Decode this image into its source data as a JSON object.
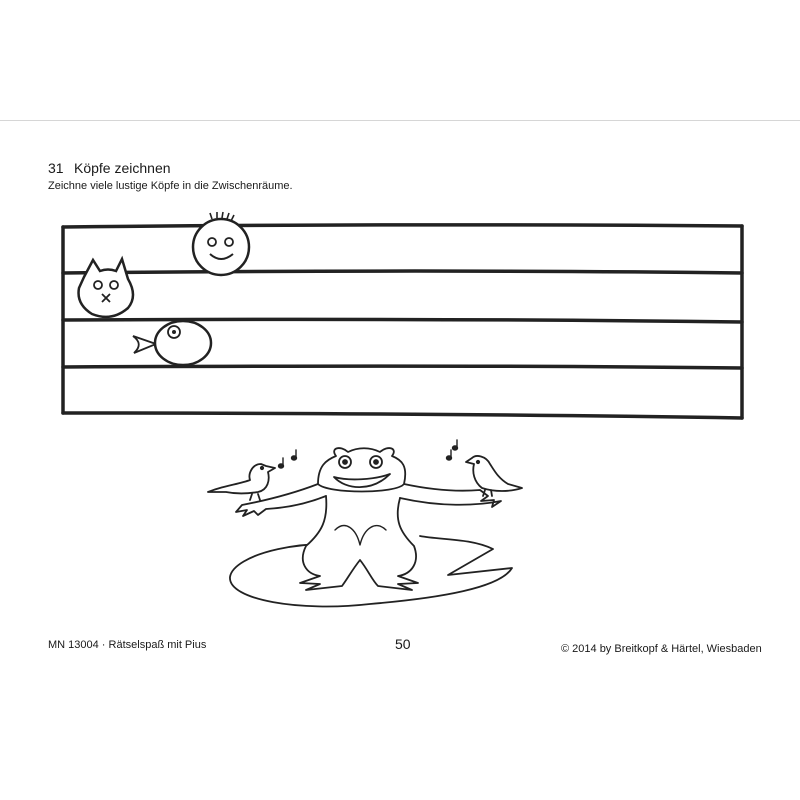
{
  "exercise": {
    "number": "31",
    "title": "Köpfe zeichnen",
    "instruction": "Zeichne viele lustige Köpfe in die Zwischenräume."
  },
  "staff": {
    "line_count": 5,
    "example_heads": [
      "smiley-face",
      "cat-face",
      "fish"
    ]
  },
  "illustration": {
    "subject": "frog-on-lily-pad-with-birds"
  },
  "footer": {
    "catalog": "MN 13004 · Rätselspaß mit Pius",
    "page_number": "50",
    "copyright": "© 2014 by Breitkopf & Härtel, Wiesbaden"
  }
}
